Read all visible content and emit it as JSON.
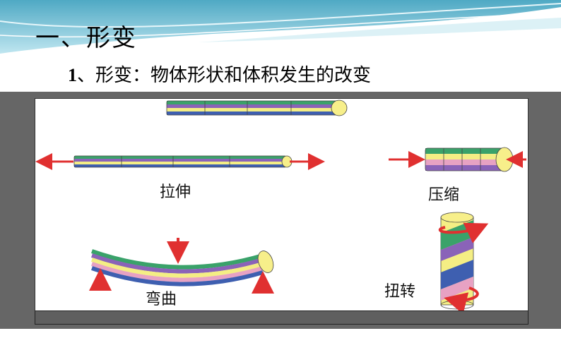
{
  "slide": {
    "title": "一、形变",
    "subtitle_num": "1",
    "subtitle_text": "、形变：物体形状和体积发生的改变"
  },
  "deformations": {
    "stretch": "拉伸",
    "compress": "压缩",
    "bend": "弯曲",
    "twist": "扭转"
  },
  "colors": {
    "header_teal": "#5fb8cf",
    "header_light": "#bfe6f0",
    "frame_gray": "#666666",
    "stripe_green": "#3aa26a",
    "stripe_purple": "#8a63b8",
    "stripe_yellow": "#f4ee84",
    "stripe_pink": "#e7a2c3",
    "stripe_blue": "#3e5fb0",
    "end_cap": "#f7ef8a",
    "arrow_red": "#e03030"
  }
}
